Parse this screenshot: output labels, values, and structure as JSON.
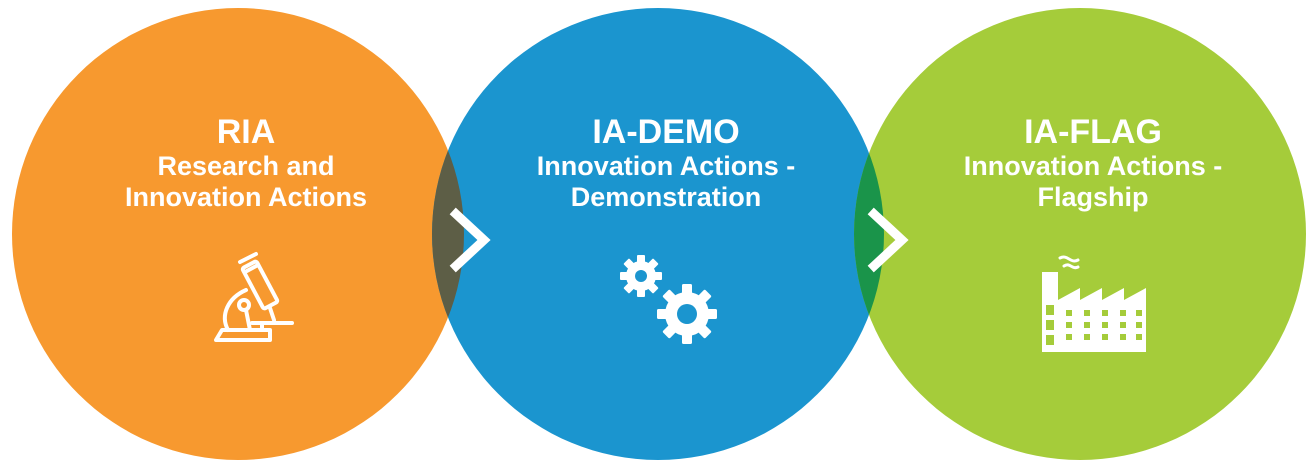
{
  "colors": {
    "orange": "#F7992F",
    "blue": "#1B95CF",
    "green": "#A5CC3A",
    "overlap_orange_blue": "#5D5E46",
    "overlap_blue_green": "#1A944A",
    "text": "#FFFFFF"
  },
  "stages": [
    {
      "title": "RIA",
      "subtitle_lines": [
        "Research and",
        "Innovation Actions"
      ],
      "icon": "microscope-icon"
    },
    {
      "title": "IA-DEMO",
      "subtitle_lines": [
        "Innovation Actions -",
        "Demonstration"
      ],
      "icon": "gears-icon"
    },
    {
      "title": "IA-FLAG",
      "subtitle_lines": [
        "Innovation Actions -",
        "Flagship"
      ],
      "icon": "factory-icon"
    }
  ],
  "arrows": [
    {
      "icon": "chevron-right-icon"
    },
    {
      "icon": "chevron-right-icon"
    }
  ]
}
